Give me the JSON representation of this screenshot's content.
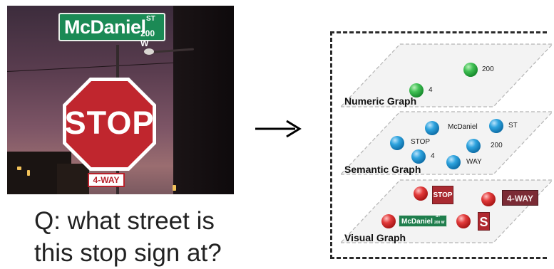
{
  "photo": {
    "street_sign": {
      "name": "McDaniel",
      "suffix": "ST",
      "number": "200 W"
    },
    "stop_sign": "STOP",
    "plate": "4-WAY"
  },
  "question": {
    "line1": "Q: what street is",
    "line2": "this stop sign at?"
  },
  "graphs": {
    "numeric": {
      "title": "Numeric Graph",
      "nodes": [
        {
          "label": "200"
        },
        {
          "label": "4"
        }
      ],
      "color": "#2fb14f"
    },
    "semantic": {
      "title": "Semantic Graph",
      "nodes": [
        {
          "label": "McDaniel"
        },
        {
          "label": "ST"
        },
        {
          "label": "STOP"
        },
        {
          "label": "200"
        },
        {
          "label": "4"
        },
        {
          "label": "WAY"
        }
      ],
      "color": "#1f9ad6"
    },
    "visual": {
      "title": "Visual Graph",
      "crops": {
        "stop": "STOP",
        "fourway": "4-WAY",
        "mcdaniel": "McDaniel",
        "mcdaniel_st": "ST",
        "mcdaniel_num": "200 W",
        "s": "S"
      },
      "color": "#dd2b2b"
    }
  }
}
